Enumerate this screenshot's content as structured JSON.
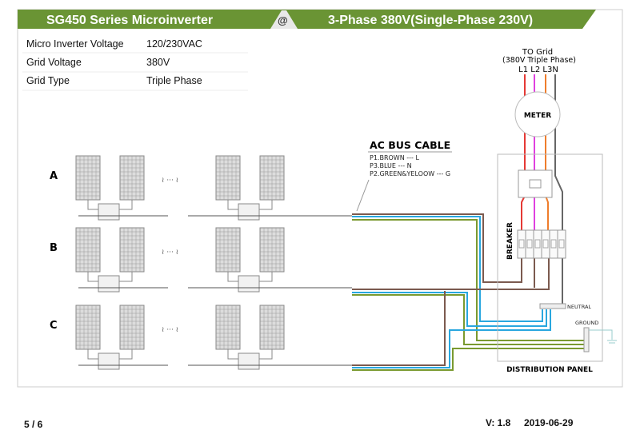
{
  "header": {
    "left_title": "SG450 Series Microinverter",
    "at": "@",
    "right_title": "3-Phase 380V(Single-Phase 230V)",
    "color": "#6a9434"
  },
  "specs": [
    {
      "label": "Micro Inverter Voltage",
      "value": "120/230VAC"
    },
    {
      "label": "Grid  Voltage",
      "value": "380V"
    },
    {
      "label": "Grid Type",
      "value": "Triple Phase"
    }
  ],
  "grid": {
    "title": "TO Grid",
    "subtitle": "(380V Triple Phase)",
    "phases": "L1 L2 L3N",
    "meter": "METER"
  },
  "bus": {
    "title": "AC BUS CABLE",
    "lines": [
      "P1.BROWN --- L",
      "P3.BLUE --- N",
      "P2.GREEN&YELOOW --- G"
    ]
  },
  "rows": [
    "A",
    "B",
    "C"
  ],
  "panel": {
    "breaker": "BREAKER",
    "neutral": "NEUTRAL",
    "ground": "GROUND",
    "title": "DISTRIBUTION PANEL"
  },
  "footer": {
    "page": "5 / 6",
    "version": "V: 1.8",
    "date": "2019-06-29"
  }
}
